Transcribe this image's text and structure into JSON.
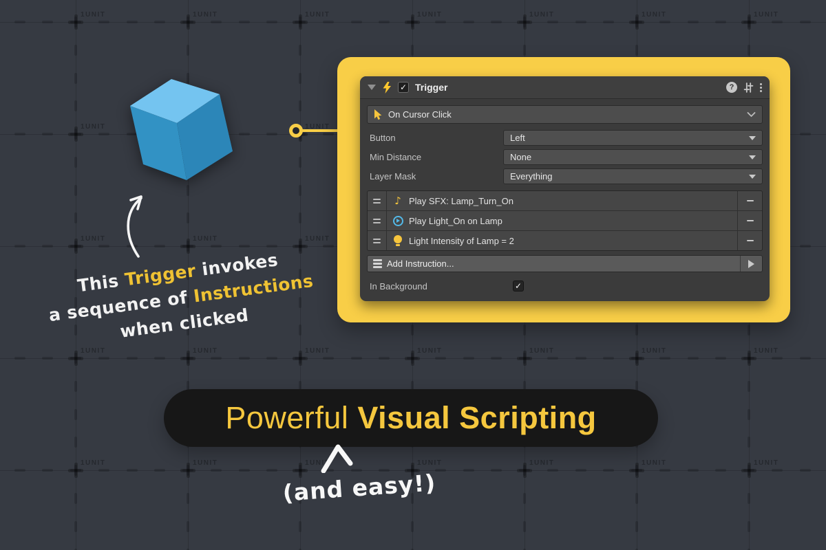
{
  "background": {
    "grid_unit_label": "1UNIT"
  },
  "glyphs": {
    "check": "✓",
    "help": "?",
    "music_note": "♪"
  },
  "colors": {
    "bg": "#363A42",
    "accent_yellow": "#F8CE47",
    "banner_yellow": "#F5C73E",
    "note_yellow": "#EFC233",
    "pill_bg": "#171717",
    "cube_top": "#74C4F0",
    "cube_left": "#3292C4",
    "cube_right": "#2C86B8",
    "play_blue": "#53B9E8",
    "icon_yellow": "#F6C53D",
    "bolt_yellow": "#FFC82E"
  },
  "inspector": {
    "title": "Trigger",
    "enabled": true,
    "event": {
      "label": "On Cursor Click"
    },
    "properties": [
      {
        "label": "Button",
        "value": "Left"
      },
      {
        "label": "Min Distance",
        "value": "None"
      },
      {
        "label": "Layer Mask",
        "value": "Everything"
      }
    ],
    "instructions": [
      {
        "icon": "music-note-icon",
        "label": "Play SFX: Lamp_Turn_On"
      },
      {
        "icon": "play-circle-icon",
        "label": "Play Light_On on Lamp"
      },
      {
        "icon": "lightbulb-icon",
        "label": "Light Intensity of Lamp = 2"
      }
    ],
    "add_instruction_label": "Add Instruction...",
    "in_background_label": "In Background",
    "in_background_checked": true
  },
  "annotation": {
    "lines": [
      [
        {
          "text": "This ",
          "color": "white"
        },
        {
          "text": "Trigger",
          "color": "yellow"
        },
        {
          "text": " invokes",
          "color": "white"
        }
      ],
      [
        {
          "text": "a sequence of ",
          "color": "white"
        },
        {
          "text": "Instructions",
          "color": "yellow"
        }
      ],
      [
        {
          "text": "when clicked",
          "color": "white"
        }
      ]
    ]
  },
  "banner": {
    "regular": "Powerful",
    "bold": "Visual Scripting",
    "sub": "(and easy!)"
  }
}
